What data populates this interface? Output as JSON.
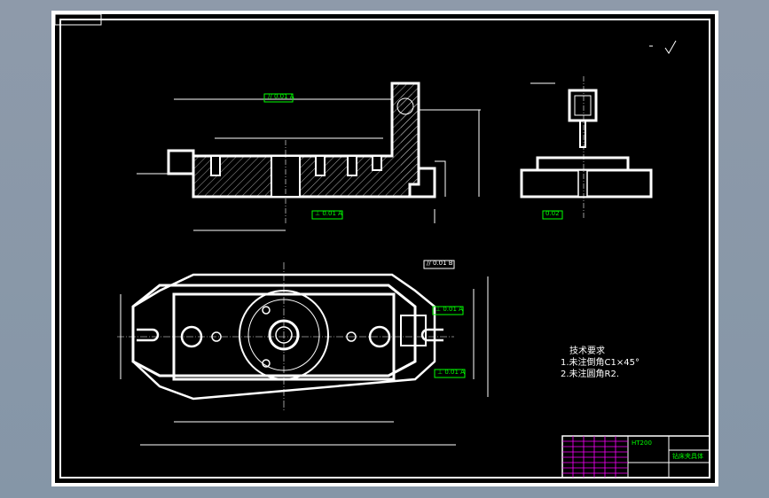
{
  "drawing": {
    "technical_requirements": {
      "heading": "技术要求",
      "items": [
        "1.未注倒角C1×45°",
        "2.未注圆角R2."
      ]
    },
    "tolerance_frames": [
      {
        "symbol": "//",
        "value": "0.01",
        "datum": "A"
      },
      {
        "symbol": "⊥",
        "value": "0.01",
        "datum": "A"
      },
      {
        "symbol": "//",
        "value": "0.01",
        "datum": "B"
      },
      {
        "symbol": "⊥",
        "value": "0.01",
        "datum": "A"
      },
      {
        "symbol": "⊥",
        "value": "0.01",
        "datum": "A"
      },
      {
        "symbol": "",
        "value": "0.02",
        "datum": ""
      }
    ],
    "title_block": {
      "material": "HT200",
      "part_name": "钻床夹具体"
    }
  },
  "colors": {
    "background": "#000000",
    "outline": "#ffffff",
    "annotation": "#00ff00",
    "title_block_lines": "#ff00ff"
  }
}
